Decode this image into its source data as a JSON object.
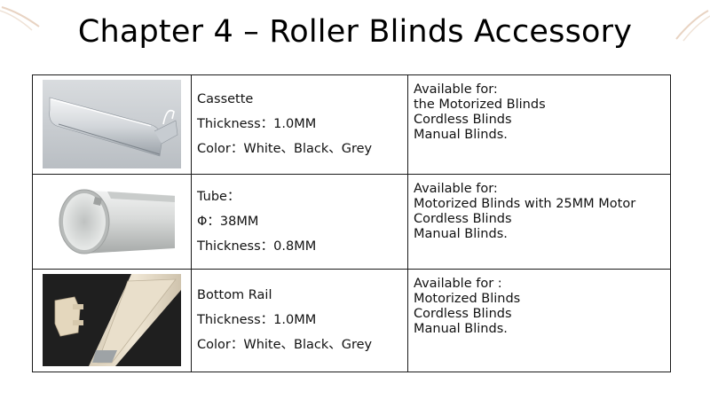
{
  "title": "Chapter 4 – Roller Blinds Accessory",
  "rows": [
    {
      "image_icon": "cassette-photo",
      "desc": [
        "Cassette",
        "Thickness：1.0MM",
        "Color：White、Black、Grey"
      ],
      "avail": [
        "Available for:",
        "the Motorized Blinds",
        "Cordless Blinds",
        "Manual Blinds."
      ]
    },
    {
      "image_icon": "tube-photo",
      "desc": [
        "Tube：",
        "Φ：38MM",
        "Thickness：0.8MM"
      ],
      "avail": [
        "Available for:",
        "Motorized Blinds with 25MM Motor",
        "Cordless Blinds",
        "Manual Blinds."
      ]
    },
    {
      "image_icon": "bottom-rail-photo",
      "desc": [
        "Bottom Rail",
        "Thickness：1.0MM",
        "Color：White、Black、Grey"
      ],
      "avail": [
        "Available for :",
        "Motorized Blinds",
        "Cordless Blinds",
        "Manual Blinds."
      ]
    }
  ]
}
